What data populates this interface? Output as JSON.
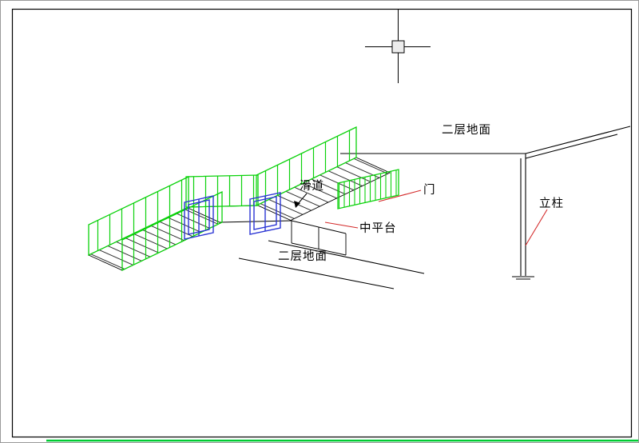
{
  "drawing": {
    "type": "axonometric-stair-detail",
    "labels": {
      "floor_upper": "二层地面",
      "slide": "滑道",
      "door": "门",
      "mid_platform": "中平台",
      "column": "立柱",
      "floor_lower": "二层地面"
    },
    "colors": {
      "line": "#000000",
      "railing": "#0bd20b",
      "door_frame": "#2b35d4",
      "leader": "#d42b2b",
      "bottom_bar": "#00cc33"
    },
    "cursor": {
      "icon": "crosshair-pickbox"
    }
  }
}
